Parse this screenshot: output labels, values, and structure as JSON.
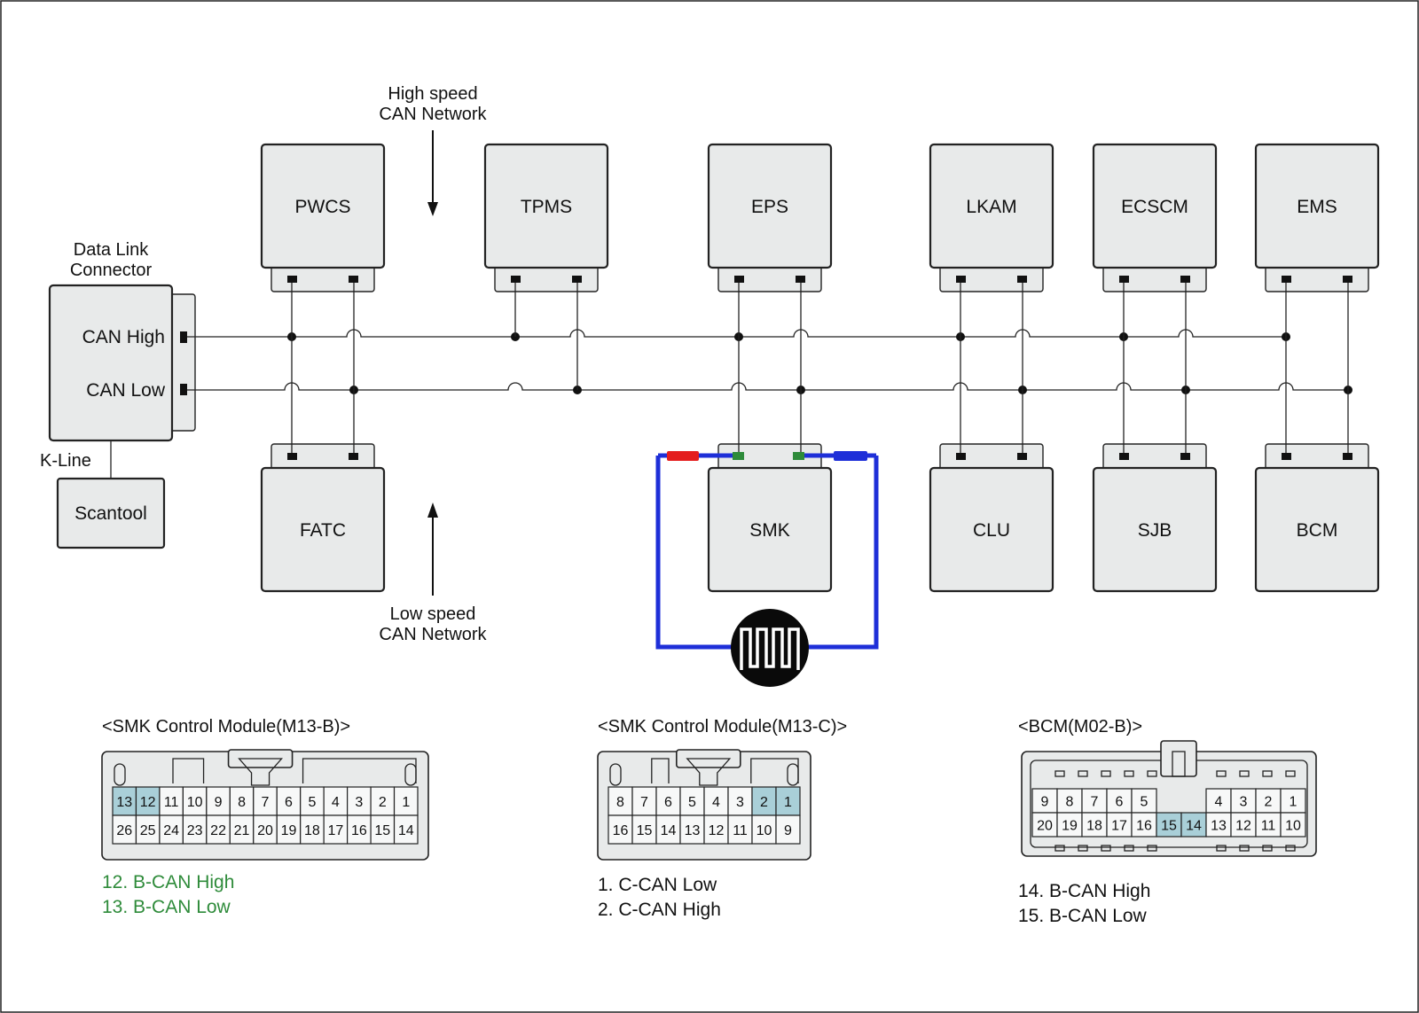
{
  "network": {
    "high_speed_label": [
      "High speed",
      "CAN Network"
    ],
    "low_speed_label": [
      "Low speed",
      "CAN Network"
    ]
  },
  "dlc": {
    "title": [
      "Data Link",
      "Connector"
    ],
    "can_high": "CAN High",
    "can_low": "CAN Low",
    "k_line": "K-Line",
    "scantool": "Scantool"
  },
  "top_modules": [
    {
      "name": "PWCS",
      "high_tap": "left"
    },
    {
      "name": "TPMS",
      "high_tap": "left"
    },
    {
      "name": "EPS",
      "high_tap": "left"
    },
    {
      "name": "LKAM",
      "high_tap": "left"
    },
    {
      "name": "ECSCM",
      "high_tap": "left"
    },
    {
      "name": "EMS",
      "high_tap": "left"
    }
  ],
  "bottom_modules": [
    {
      "name": "FATC"
    },
    {
      "name": "SMK"
    },
    {
      "name": "CLU"
    },
    {
      "name": "SJB"
    },
    {
      "name": "BCM"
    }
  ],
  "probe": {
    "positive_color": "#e41e1e",
    "negative_color": "#1e2fd8",
    "tap_color": "#2e8b3a",
    "icon": "oscilloscope-icon"
  },
  "connectors": [
    {
      "title": "<SMK Control Module(M13-B)>",
      "top_row": [
        "13",
        "12",
        "11",
        "10",
        "9",
        "8",
        "7",
        "6",
        "5",
        "4",
        "3",
        "2",
        "1"
      ],
      "bottom_row": [
        "26",
        "25",
        "24",
        "23",
        "22",
        "21",
        "20",
        "19",
        "18",
        "17",
        "16",
        "15",
        "14"
      ],
      "highlight": [
        "13",
        "12"
      ],
      "legend": [
        "12. B-CAN High",
        "13. B-CAN Low"
      ],
      "legend_color": "#2e8b3a"
    },
    {
      "title": "<SMK Control Module(M13-C)>",
      "top_row": [
        "8",
        "7",
        "6",
        "5",
        "4",
        "3",
        "2",
        "1"
      ],
      "bottom_row": [
        "16",
        "15",
        "14",
        "13",
        "12",
        "11",
        "10",
        "9"
      ],
      "highlight": [
        "2",
        "1"
      ],
      "legend": [
        "1. C-CAN Low",
        "2. C-CAN High"
      ],
      "legend_color": "#111111"
    },
    {
      "title": "<BCM(M02-B)>",
      "top_row": [
        "9",
        "8",
        "7",
        "6",
        "5",
        "",
        "",
        "4",
        "3",
        "2",
        "1"
      ],
      "bottom_row": [
        "20",
        "19",
        "18",
        "17",
        "16",
        "15",
        "14",
        "13",
        "12",
        "11",
        "10"
      ],
      "highlight": [
        "15",
        "14"
      ],
      "legend": [
        "14. B-CAN High",
        "15. B-CAN Low"
      ],
      "legend_color": "#111111"
    }
  ]
}
